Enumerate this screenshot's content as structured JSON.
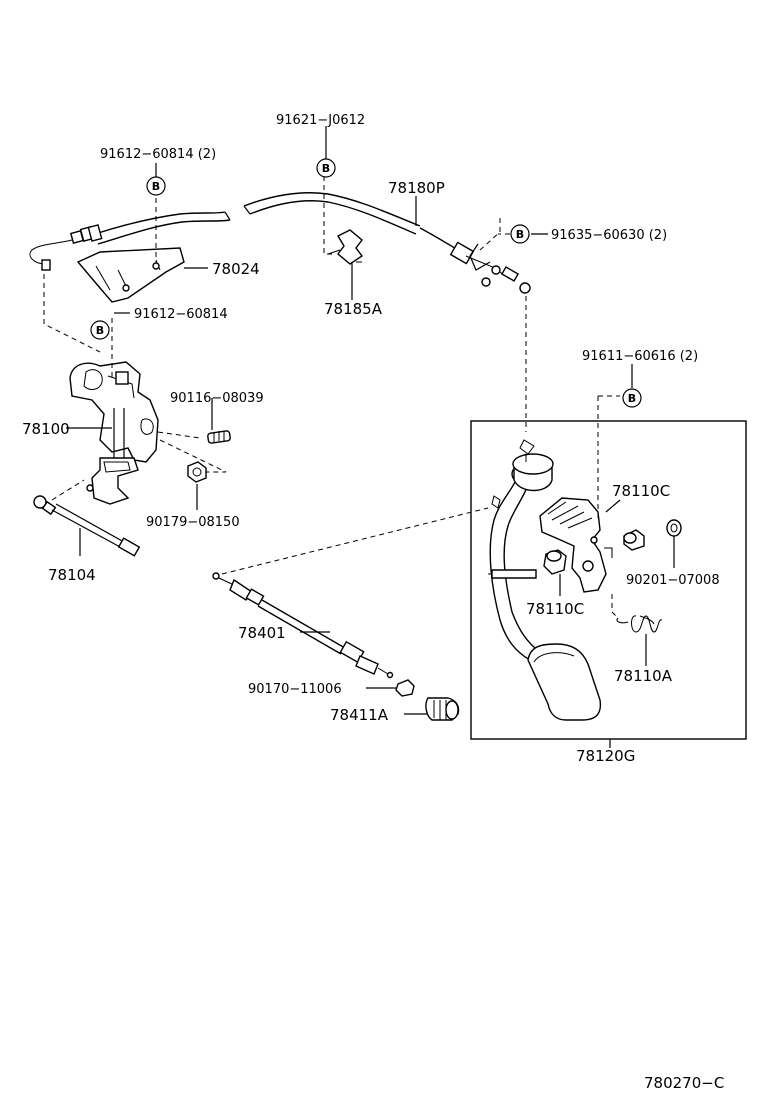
{
  "labels": {
    "p91621": "91621−J0612",
    "p91612_2": "91612−60814 (2)",
    "p78180p": "78180P",
    "p91635": "91635−60630 (2)",
    "p78024": "78024",
    "p78185a": "78185A",
    "p91612": "91612−60814",
    "p91611": "91611−60616 (2)",
    "p90116": "90116−08039",
    "p78100": "78100",
    "p90179": "90179−08150",
    "p78104": "78104",
    "p78110c_top": "78110C",
    "p90201": "90201−07008",
    "p78110c_bot": "78110C",
    "p78110a": "78110A",
    "p78401": "78401",
    "p90170": "90170−11006",
    "p78411a": "78411A",
    "p78120g": "78120G",
    "diagram_code": "780270−C"
  },
  "bolt_marker": "B"
}
